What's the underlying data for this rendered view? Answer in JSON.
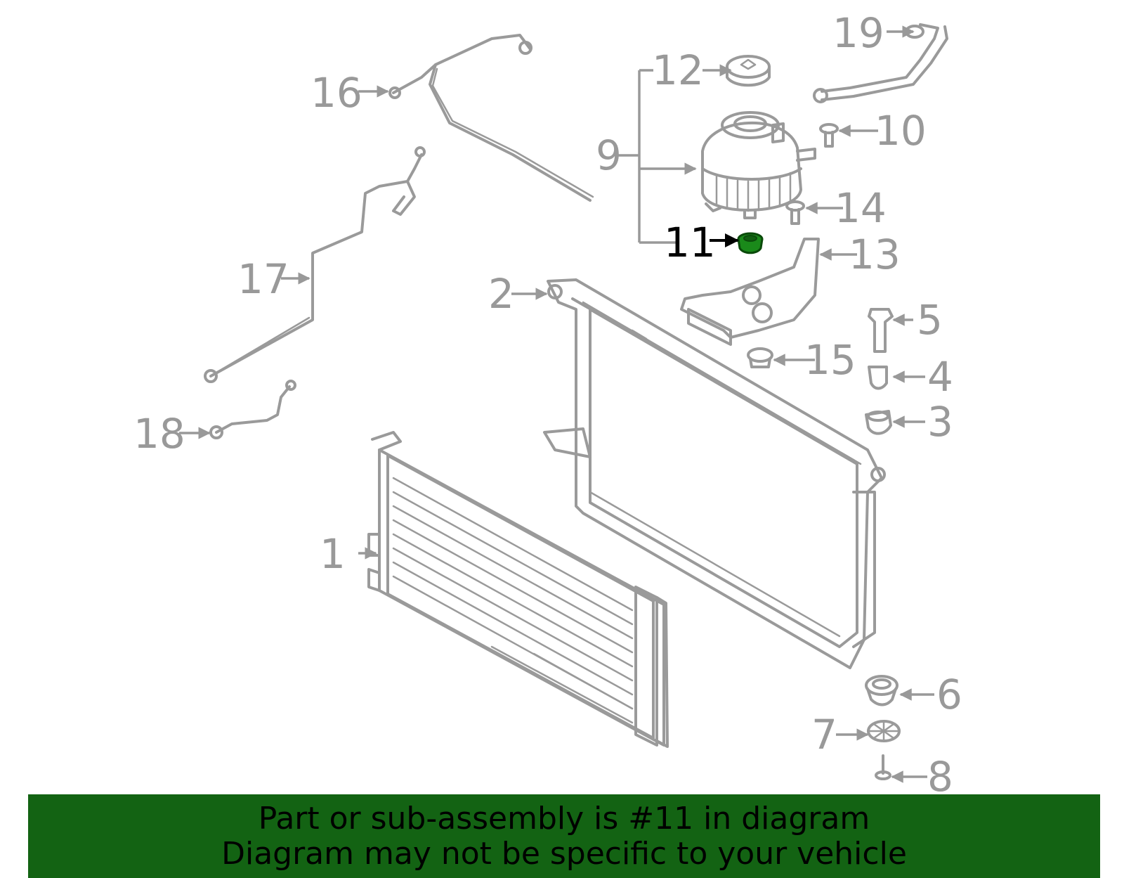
{
  "callouts": [
    {
      "id": "1",
      "label": "1"
    },
    {
      "id": "2",
      "label": "2"
    },
    {
      "id": "3",
      "label": "3"
    },
    {
      "id": "4",
      "label": "4"
    },
    {
      "id": "5",
      "label": "5"
    },
    {
      "id": "6",
      "label": "6"
    },
    {
      "id": "7",
      "label": "7"
    },
    {
      "id": "8",
      "label": "8"
    },
    {
      "id": "9",
      "label": "9"
    },
    {
      "id": "10",
      "label": "10"
    },
    {
      "id": "11",
      "label": "11"
    },
    {
      "id": "12",
      "label": "12"
    },
    {
      "id": "13",
      "label": "13"
    },
    {
      "id": "14",
      "label": "14"
    },
    {
      "id": "15",
      "label": "15"
    },
    {
      "id": "16",
      "label": "16"
    },
    {
      "id": "17",
      "label": "17"
    },
    {
      "id": "18",
      "label": "18"
    },
    {
      "id": "19",
      "label": "19"
    }
  ],
  "highlighted_part": "11",
  "banner": {
    "line1": "Part or sub-assembly is #11 in diagram",
    "line2": "Diagram may not be specific to your vehicle"
  },
  "colors": {
    "line_art": "#9a9a9a",
    "label": "#999999",
    "highlight_label": "#000000",
    "highlight_part": "#1a8a1a",
    "banner_bg": "#136313",
    "banner_text": "#000000"
  }
}
